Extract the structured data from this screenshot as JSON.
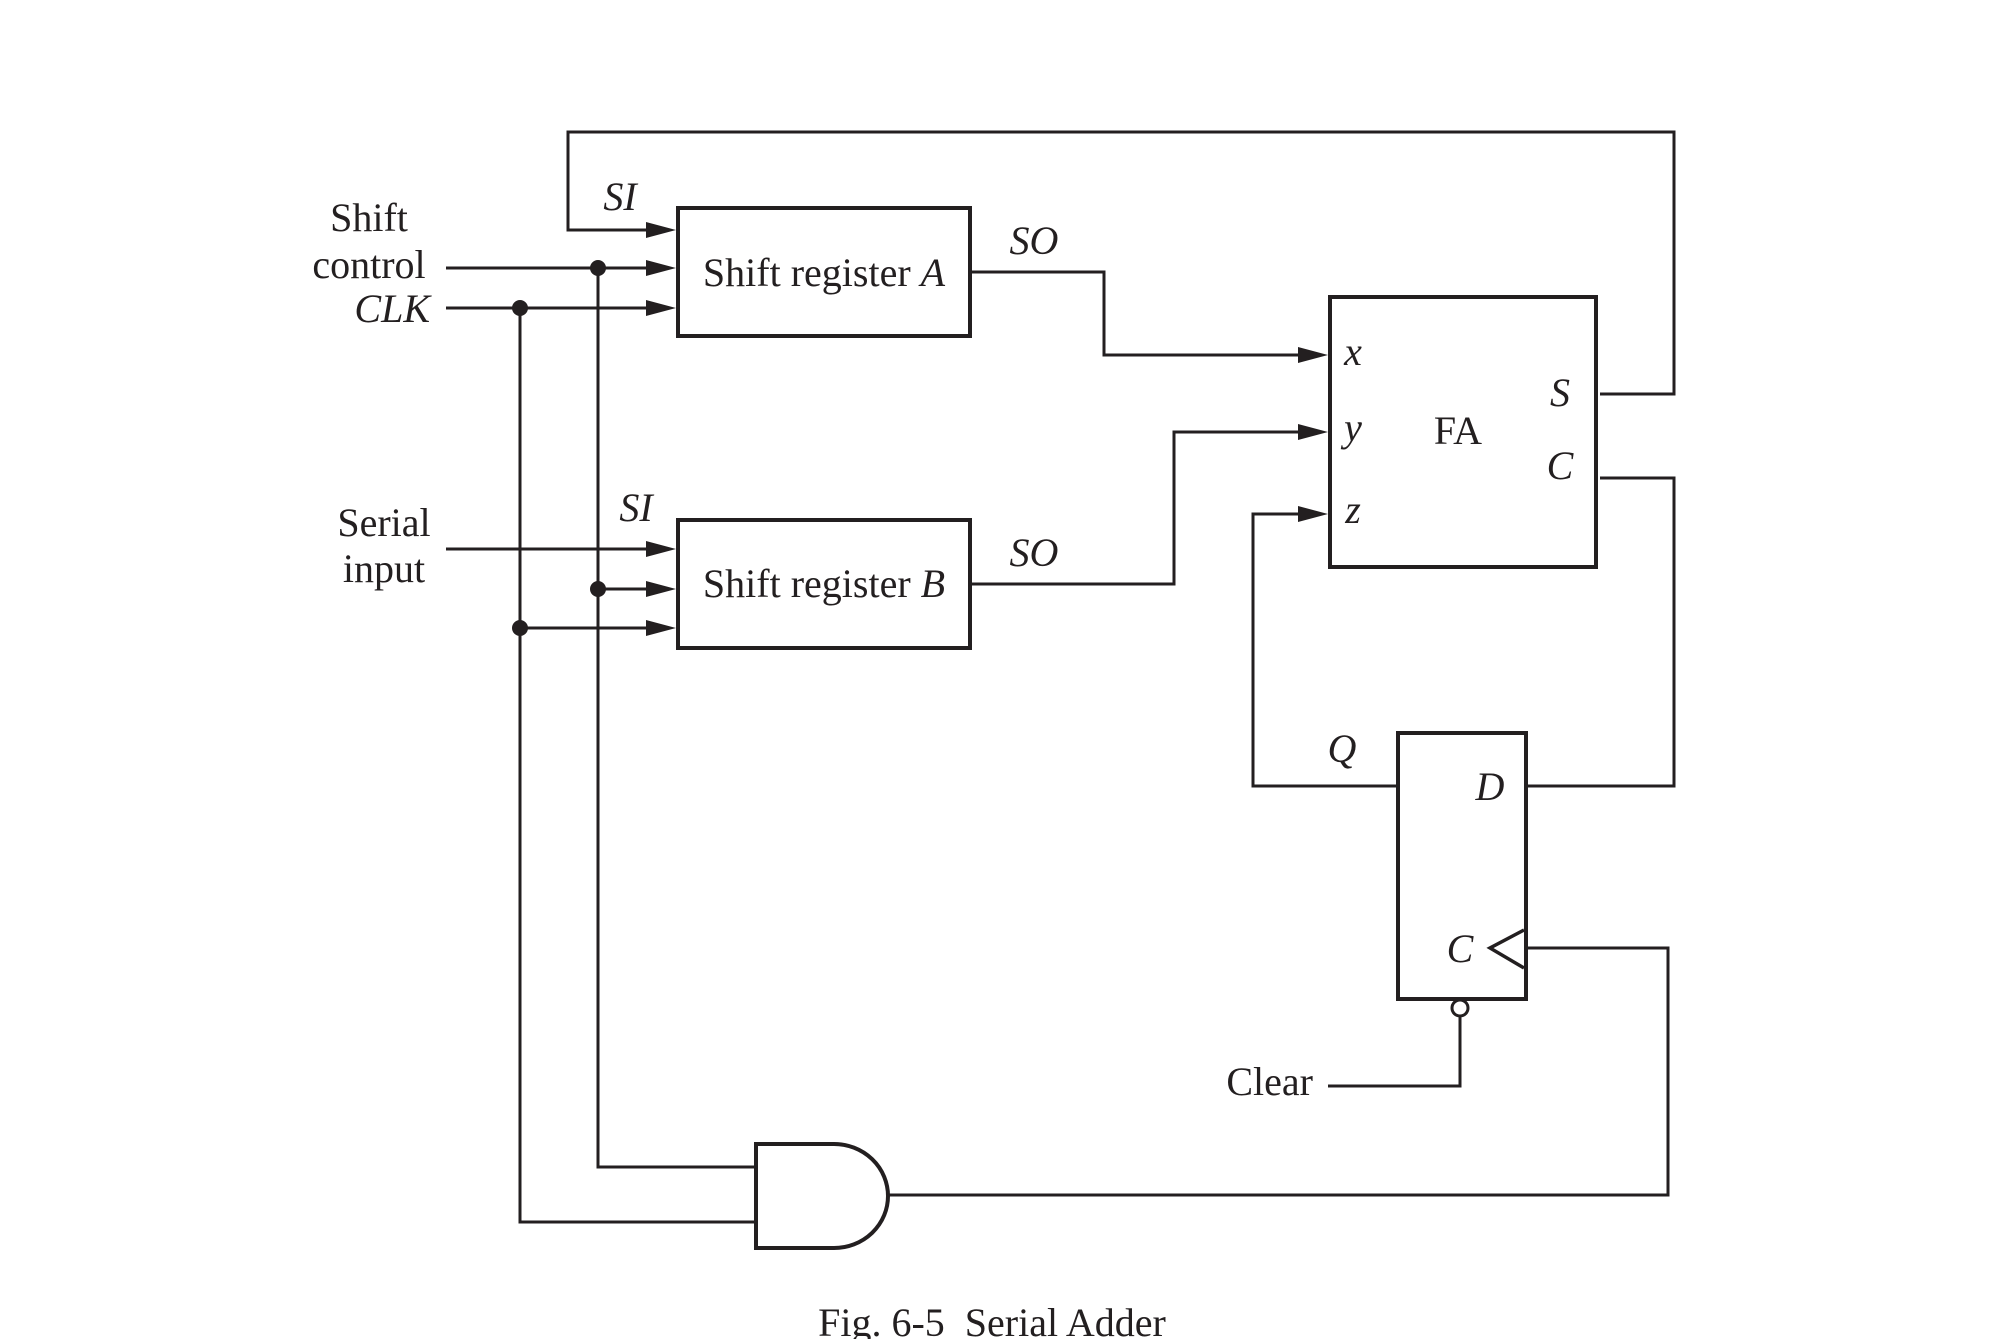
{
  "diagram": {
    "inputs": {
      "shift_line1": "Shift",
      "shift_line2": "control",
      "clk": "CLK",
      "serial_line1": "Serial",
      "serial_line2": "input",
      "clear": "Clear"
    },
    "register_a": {
      "label": "Shift register",
      "name": "A",
      "si": "SI",
      "so": "SO"
    },
    "register_b": {
      "label": "Shift register",
      "name": "B",
      "si": "SI",
      "so": "SO"
    },
    "full_adder": {
      "label": "FA",
      "in_x": "x",
      "in_y": "y",
      "in_z": "z",
      "out_s": "S",
      "out_c": "C"
    },
    "flip_flop": {
      "q": "Q",
      "d": "D",
      "clk": "C"
    },
    "caption": "Fig. 6-5  Serial Adder"
  }
}
